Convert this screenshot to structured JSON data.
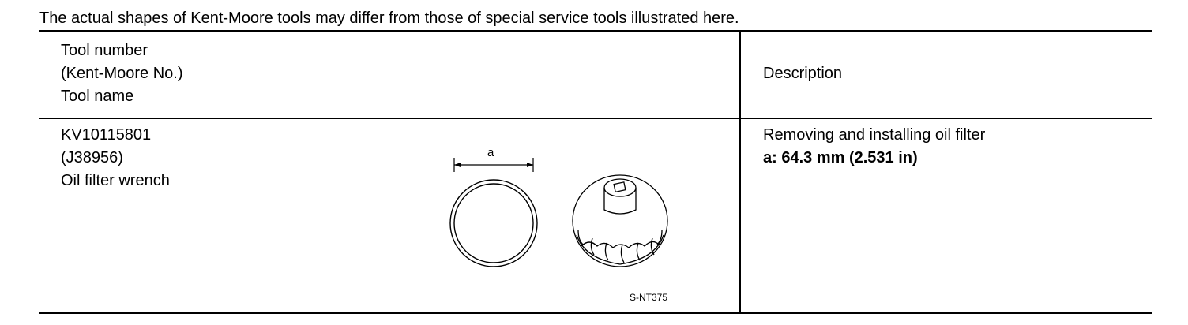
{
  "note": "The actual shapes of Kent-Moore tools may differ from those of special service tools illustrated here.",
  "header": {
    "left_lines": [
      "Tool number",
      "(Kent-Moore No.)",
      "Tool name"
    ],
    "right": "Description"
  },
  "rows": [
    {
      "tool_number": "KV10115801",
      "kent_moore_no": "(J38956)",
      "tool_name": "Oil filter wrench",
      "description": "Removing and installing oil filter",
      "spec": "a: 64.3 mm (2.531 in)",
      "figure": {
        "dimension_label": "a",
        "code": "S-NT375",
        "icon": "oil-filter-wrench-illustration"
      }
    }
  ]
}
